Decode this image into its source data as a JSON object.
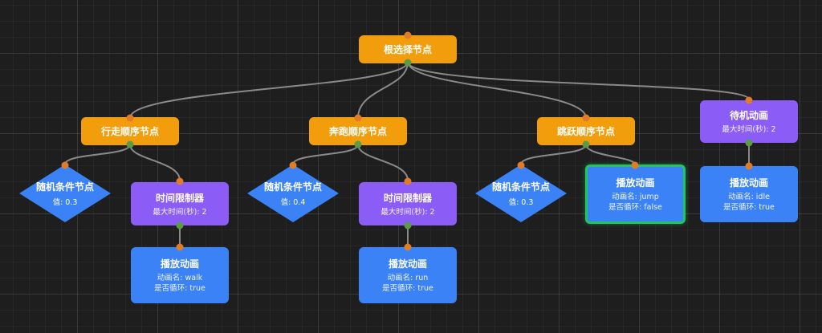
{
  "colors": {
    "composite": "#f29d0b",
    "decorator": "#8b5cf6",
    "action": "#3b82f6",
    "condition": "#3b82f6",
    "selected_border": "#22c55e",
    "edge": "#8a8a8a"
  },
  "nodes": {
    "root": {
      "title": "根选择节点"
    },
    "walk_sequence": {
      "title": "行走顺序节点"
    },
    "run_sequence": {
      "title": "奔跑顺序节点"
    },
    "jump_sequence": {
      "title": "跳跃顺序节点"
    },
    "idle_timer": {
      "title": "待机动画",
      "detail": "最大时间(秒): 2"
    },
    "walk_condition": {
      "title": "随机条件节点",
      "detail": "值: 0.3"
    },
    "walk_timer": {
      "title": "时间限制器",
      "detail": "最大时间(秒): 2"
    },
    "run_condition": {
      "title": "随机条件节点",
      "detail": "值: 0.4"
    },
    "run_timer": {
      "title": "时间限制器",
      "detail": "最大时间(秒): 2"
    },
    "jump_condition": {
      "title": "随机条件节点",
      "detail": "值: 0.3"
    },
    "jump_anim": {
      "title": "播放动画",
      "anim": "动画名: jump",
      "loop": "是否循环: false"
    },
    "idle_anim": {
      "title": "播放动画",
      "anim": "动画名: idle",
      "loop": "是否循环: true"
    },
    "walk_anim": {
      "title": "播放动画",
      "anim": "动画名: walk",
      "loop": "是否循环: true"
    },
    "run_anim": {
      "title": "播放动画",
      "anim": "动画名: run",
      "loop": "是否循环: true"
    }
  }
}
